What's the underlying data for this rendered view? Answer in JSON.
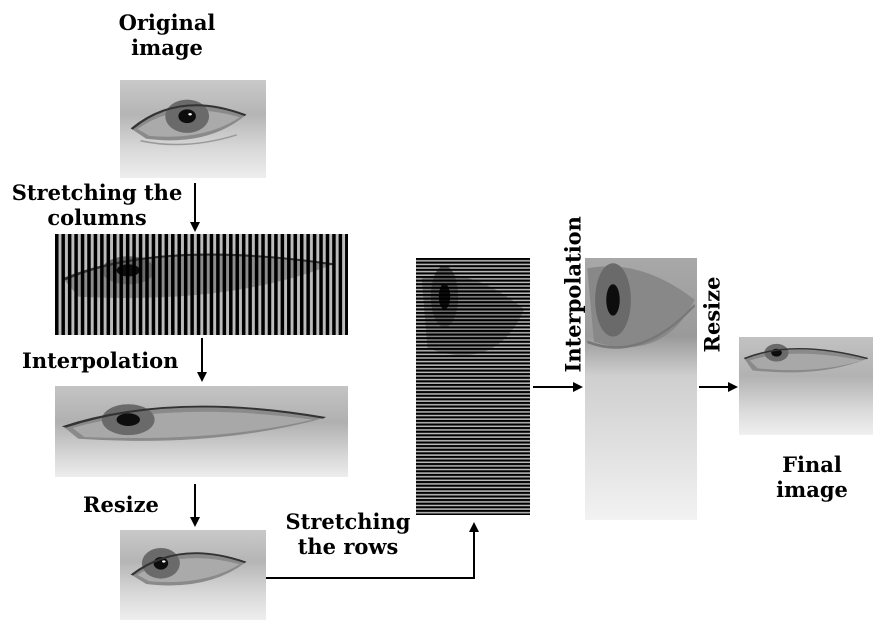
{
  "labels": {
    "original_image": "Original image",
    "stretching_columns": "Stretching the columns",
    "interpolation_1": "Interpolation",
    "resize_1": "Resize",
    "stretching_rows": "Stretching the rows",
    "interpolation_2": "Interpolation",
    "resize_2": "Resize",
    "final_image": "Final image"
  }
}
